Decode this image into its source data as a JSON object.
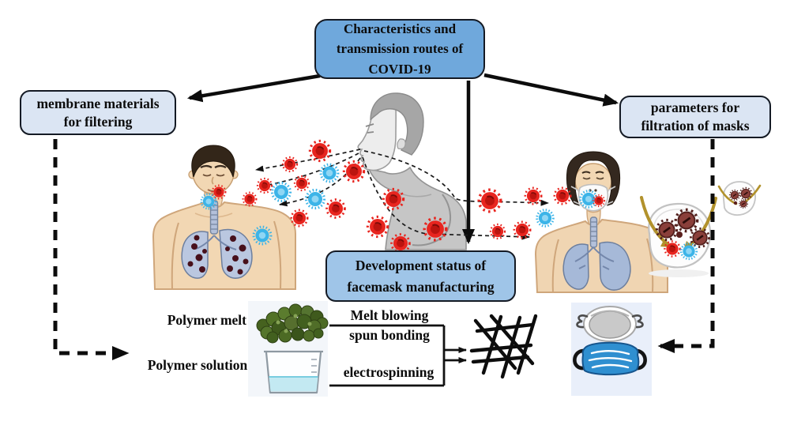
{
  "boxes": {
    "top": {
      "lines": [
        "Characteristics and",
        "transmission routes of",
        "COVID-19"
      ]
    },
    "left": {
      "lines": [
        "membrane materials",
        "for filtering"
      ]
    },
    "right": {
      "lines": [
        "parameters for",
        "filtration of masks"
      ]
    },
    "center": {
      "lines": [
        "Development status of",
        "facemask manufacturing"
      ]
    }
  },
  "labels": {
    "polymer_melt": "Polymer melt",
    "polymer_solution": "Polymer solution",
    "melt_blowing": "Melt blowing",
    "spun_bonding": "spun bonding",
    "electrospinning": "electrospinning"
  },
  "colors": {
    "box_blue": "#6fa8dc",
    "box_light": "#dbe5f3",
    "box_mid": "#9fc5e8",
    "box_border": "#141a24",
    "virus_red": "#e8251f",
    "virus_blue": "#3cb4e8",
    "mask_blue": "#2f8fd0",
    "n95_gray": "#c9c9c9",
    "strap_gold": "#b2922c",
    "liquid_blue": "#c3e9f2",
    "pellet_green": "#4c6a24",
    "arrow_black": "#0c0c0c"
  },
  "illustrations": {
    "left_person": "infected-person-with-virus-in-lungs",
    "center_person": "person-coughing-virus-droplets",
    "right_person": "person-wearing-facemask-healthy-lungs",
    "filter": "membrane-capturing-virus-particles",
    "materials": [
      "polymer-pellets",
      "beaker-with-solution"
    ],
    "mesh": "nonwoven-fiber-network",
    "products": [
      "n95-respirator",
      "surgical-mask"
    ]
  }
}
